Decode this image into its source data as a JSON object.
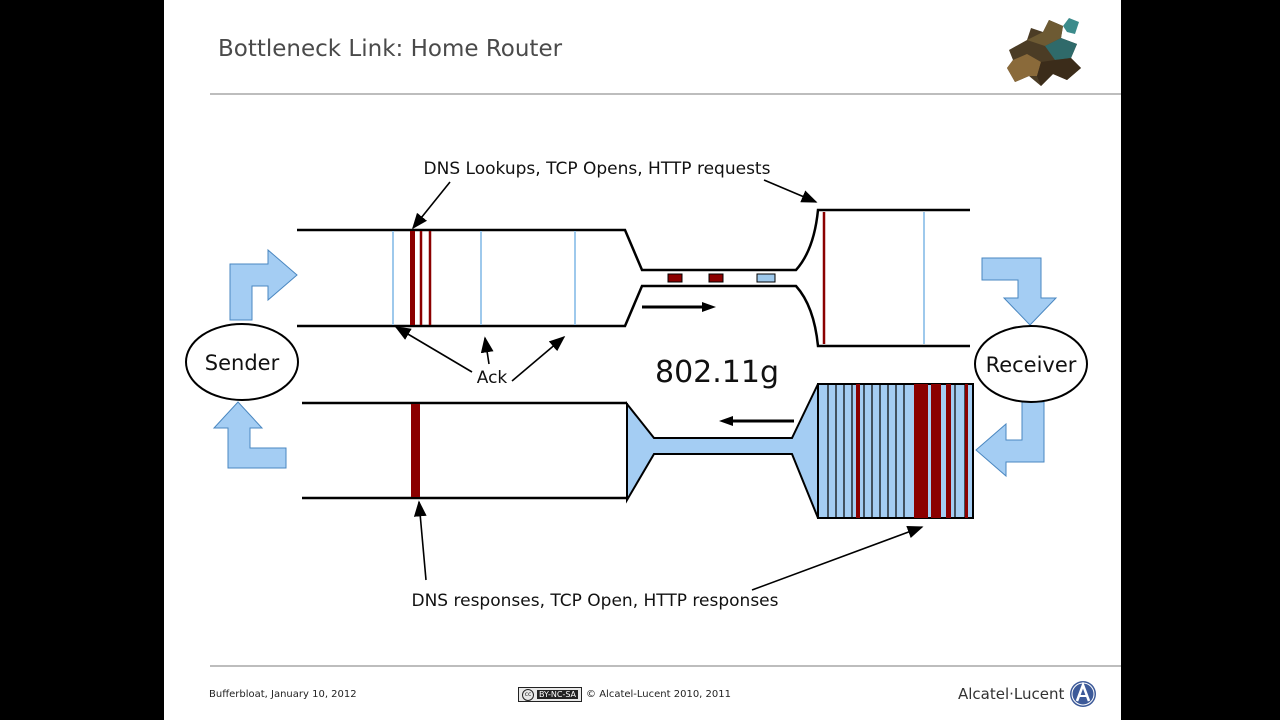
{
  "slide": {
    "title": "Bottleneck Link: Home Router"
  },
  "diagram": {
    "label_top": "DNS Lookups, TCP Opens, HTTP requests",
    "label_ack": "Ack",
    "label_link": "802.11g",
    "label_bottom": "DNS responses, TCP Open, HTTP responses",
    "sender": "Sender",
    "receiver": "Receiver",
    "colors": {
      "request_packet": "#8b0000",
      "ack_packet": "#9ec9ec",
      "arrow_fill": "#a4cdf3",
      "pipe_fill": "#a4cdf3"
    }
  },
  "footer": {
    "left": "Bufferbloat, January 10, 2012",
    "license_badge": "BY-NC-SA",
    "copyright": "© Alcatel-Lucent 2010, 2011",
    "brand": "Alcatel·Lucent"
  }
}
